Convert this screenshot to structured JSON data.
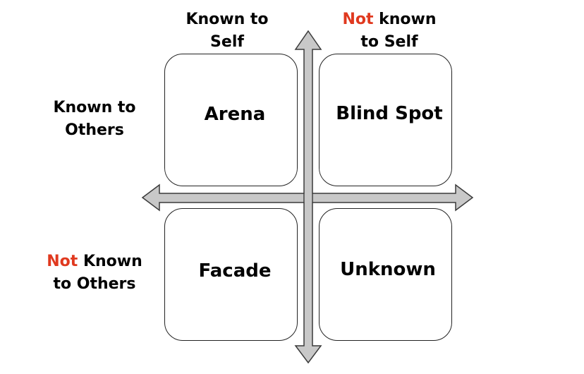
{
  "column_headers": {
    "known_to_self": {
      "line1": "Known to",
      "line2": "Self"
    },
    "not_known_to_self": {
      "highlight": "Not",
      "line1_rest": " known",
      "line2": "to Self"
    }
  },
  "row_headers": {
    "known_to_others": {
      "line1": "Known to",
      "line2": "Others"
    },
    "not_known_to_others": {
      "highlight": "Not",
      "line1_rest": " Known",
      "line2": "to Others"
    }
  },
  "quadrants": {
    "top_left": "Arena",
    "top_right": "Blind Spot",
    "bottom_left": "Facade",
    "bottom_right": "Unknown"
  },
  "colors": {
    "highlight": "#e0391f",
    "axis_fill": "#c8c8c8",
    "axis_stroke": "#3a3a3a"
  }
}
